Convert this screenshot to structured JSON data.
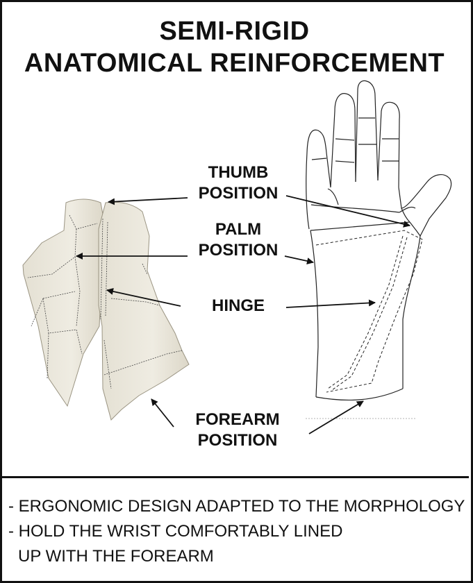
{
  "title": {
    "line1": "SEMI-RIGID",
    "line2": "ANATOMICAL REINFORCEMENT"
  },
  "labels": {
    "thumb_line1": "THUMB",
    "thumb_line2": "POSITION",
    "palm_line1": "PALM",
    "palm_line2": "POSITION",
    "hinge": "HINGE",
    "forearm_line1": "FOREARM",
    "forearm_line2": "POSITION"
  },
  "bullets": [
    "- ERGONOMIC DESIGN ADAPTED TO THE MORPHOLOGY",
    "- HOLD THE WRIST COMFORTABLY LINED",
    "  UP WITH THE FOREARM"
  ],
  "colors": {
    "border": "#111111",
    "splint_fill": "#ece8dc",
    "outline": "#222222"
  }
}
